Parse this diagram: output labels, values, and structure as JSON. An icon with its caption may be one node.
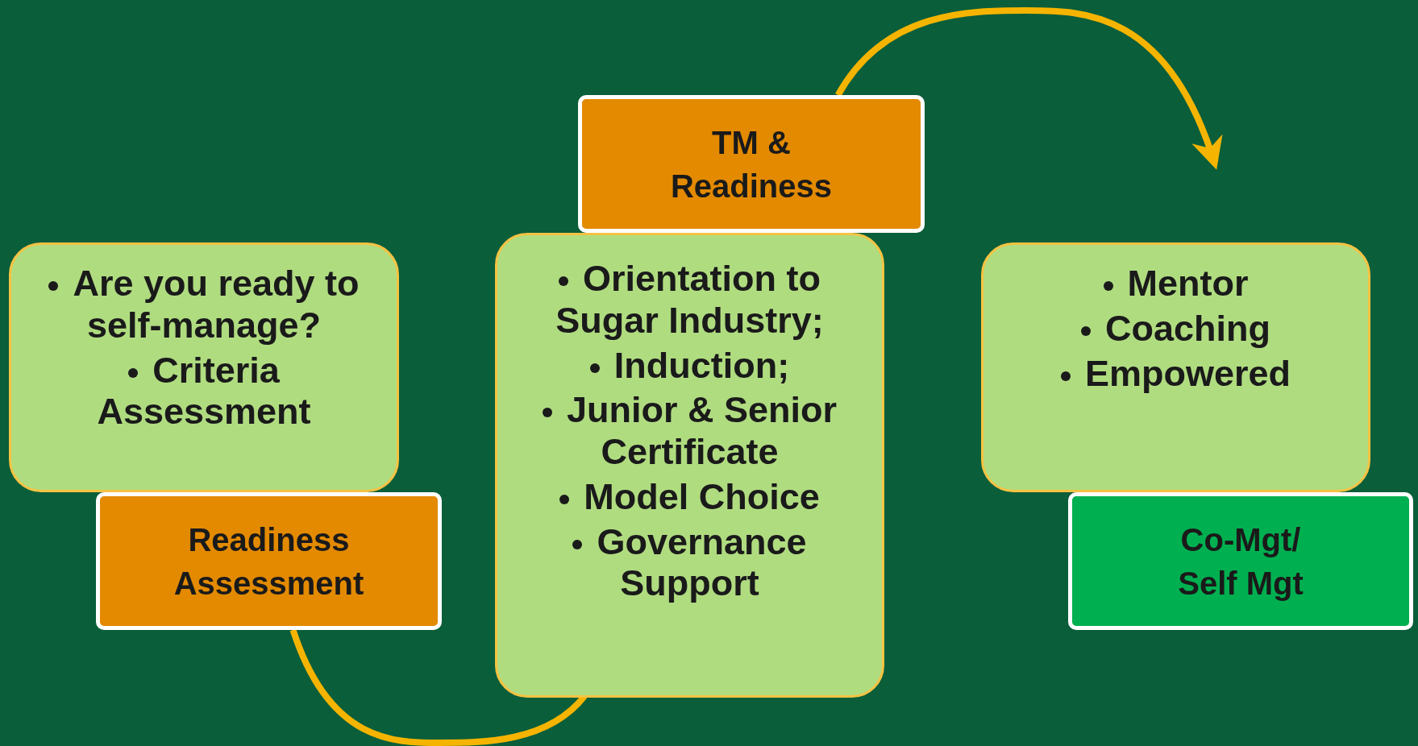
{
  "diagram": {
    "nodes": [
      {
        "text": [
          "Are you ready to self-manage?",
          "Criteria Assessment"
        ]
      },
      {
        "text": [
          "Readiness Assessment"
        ]
      },
      {
        "text": [
          "Orientation to Sugar Industry;",
          "Induction;",
          "Junior & Senior Certificate",
          "Model Choice",
          "Governance Support"
        ]
      },
      {
        "text": [
          "TM & Readiness"
        ]
      },
      {
        "text": [
          "Mentor",
          "Coaching",
          "Empowered"
        ]
      },
      {
        "text": [
          "Co-Mgt/ Self Mgt"
        ]
      }
    ],
    "edges": [
      {
        "from": 1,
        "to": 2,
        "arrow": "none"
      },
      {
        "from": 3,
        "to": 4,
        "arrow": "to"
      }
    ]
  }
}
